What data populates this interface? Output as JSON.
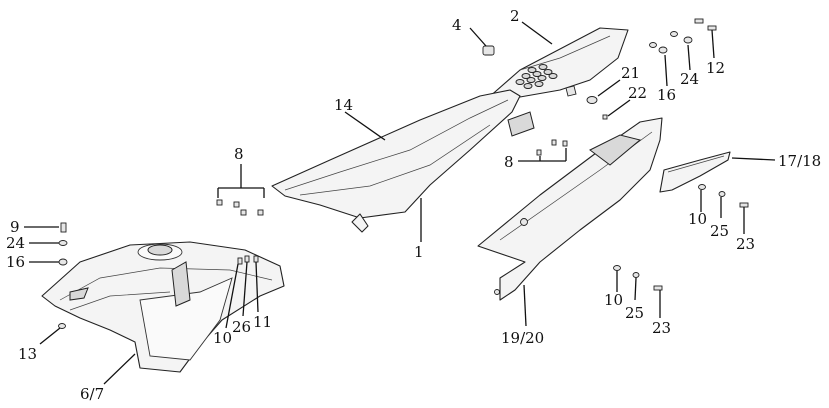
{
  "callouts": {
    "c1": "1",
    "c2": "2",
    "c4": "4",
    "c14": "14",
    "c21": "21",
    "c22": "22",
    "c16_top": "16",
    "c24_top": "24",
    "c12": "12",
    "c8_top": "8",
    "c8_mid": "8",
    "c17_18": "17/18",
    "c10_right": "10",
    "c25_right": "25",
    "c23_right": "23",
    "c9": "9",
    "c24_left": "24",
    "c16_left": "16",
    "c13": "13",
    "c6_7": "6/7",
    "c10_left": "10",
    "c26": "26",
    "c11": "11",
    "c19_20": "19/20",
    "c10_bottom": "10",
    "c25_bottom": "25",
    "c23_bottom": "23"
  }
}
